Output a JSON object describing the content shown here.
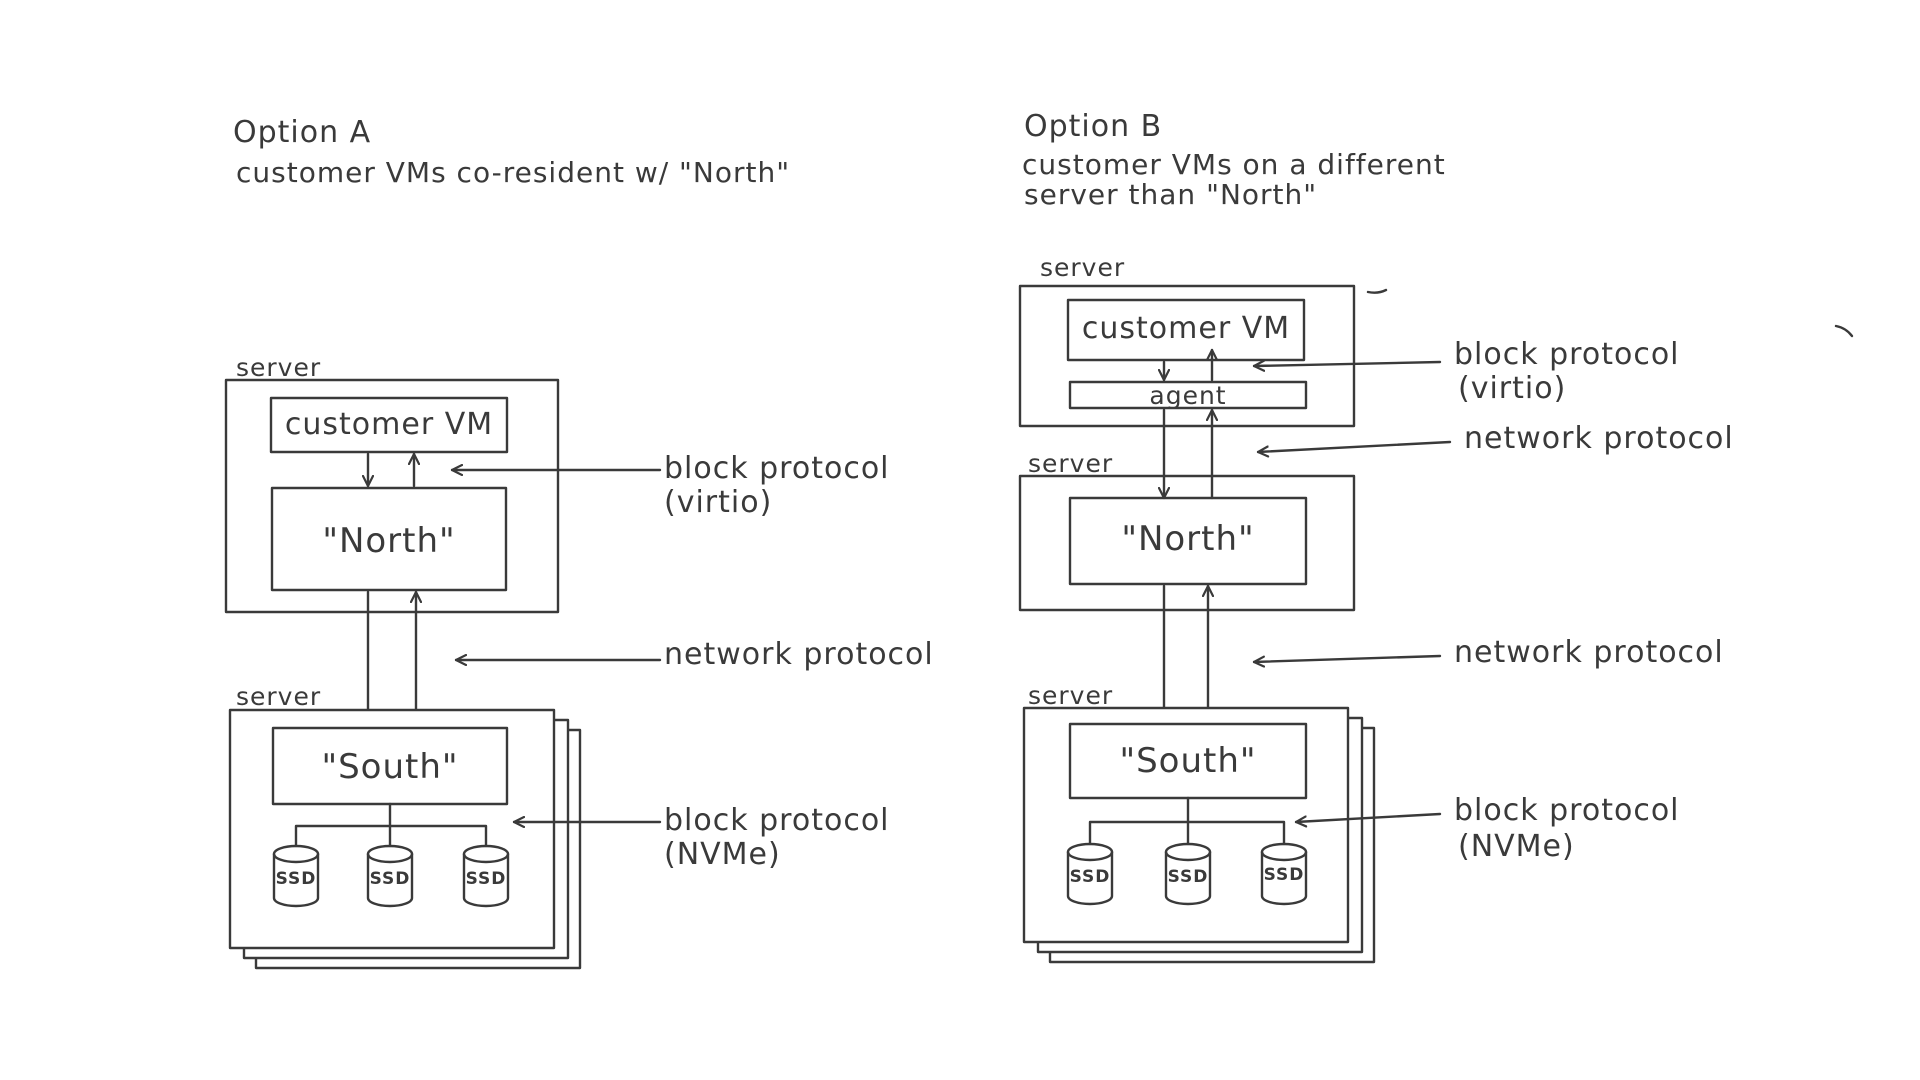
{
  "option_a": {
    "title": "Option A",
    "subtitle_line1": "customer VMs co-resident w/ \"North\"",
    "server_top_label": "server",
    "vm_label": "customer VM",
    "north_label": "\"North\"",
    "server_bottom_label": "server",
    "south_label": "\"South\"",
    "ssd_labels": [
      "SSD",
      "SSD",
      "SSD"
    ],
    "block_protocol_virtio": {
      "line1": "block protocol",
      "line2": "(virtio)"
    },
    "network_protocol": "network protocol",
    "block_protocol_nvme": {
      "line1": "block protocol",
      "line2": "(NVMe)"
    }
  },
  "option_b": {
    "title": "Option B",
    "subtitle_line1": "customer VMs on a different",
    "subtitle_line2": "server than \"North\"",
    "server_top_label": "server",
    "vm_label": "customer VM",
    "agent_label": "agent",
    "server_mid_label": "server",
    "north_label": "\"North\"",
    "server_bottom_label": "server",
    "south_label": "\"South\"",
    "ssd_labels": [
      "SSD",
      "SSD",
      "SSD"
    ],
    "block_protocol_virtio": {
      "line1": "block protocol",
      "line2": "(virtio)"
    },
    "network_protocol_top": "network protocol",
    "network_protocol_bottom": "network protocol",
    "block_protocol_nvme": {
      "line1": "block protocol",
      "line2": "(NVMe)"
    }
  }
}
